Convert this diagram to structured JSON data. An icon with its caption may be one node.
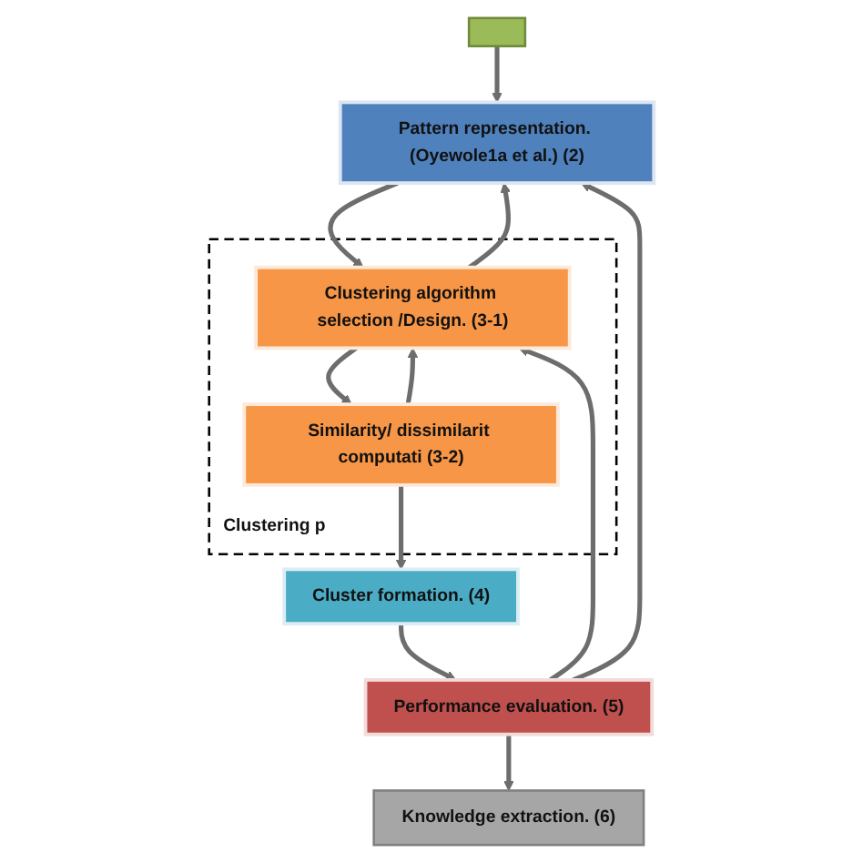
{
  "diagram": {
    "nodes": [
      {
        "text": [],
        "shape": "box"
      },
      {
        "text": [
          "Pattern representation. (Oyewole1a et al.) (2)"
        ]
      },
      {
        "text": [
          "Clustering p"
        ]
      },
      {
        "text": [
          "Clustering algorithm selection /Design. (3-1)"
        ],
        "in": 2
      },
      {
        "text": [
          "Similarity/ dissimilarit computati (3-2)"
        ],
        "in": 2
      },
      {
        "text": [
          "Performance evaluation. (5)"
        ]
      },
      {
        "text": [
          "Cluster formation. (4)"
        ]
      },
      {
        "text": [
          "Knowledge extraction. (6)"
        ]
      }
    ],
    "edges": [
      {
        "from": 0,
        "to": 1,
        "arrow": "to"
      },
      {
        "from": 3,
        "to": 1,
        "arrow": "to"
      },
      {
        "from": 1,
        "to": 3,
        "arrow": "to"
      },
      {
        "from": 5,
        "to": 3,
        "arrow": "to"
      },
      {
        "from": 5,
        "to": 1,
        "arrow": "to"
      },
      {
        "from": 3,
        "to": 4,
        "arrow": "to"
      },
      {
        "from": 4,
        "to": 3,
        "arrow": "to"
      },
      {
        "from": 4,
        "to": 6,
        "arrow": "to"
      },
      {
        "from": 6,
        "to": 5,
        "arrow": "to"
      },
      {
        "from": 5,
        "to": 7,
        "arrow": "to"
      }
    ]
  }
}
